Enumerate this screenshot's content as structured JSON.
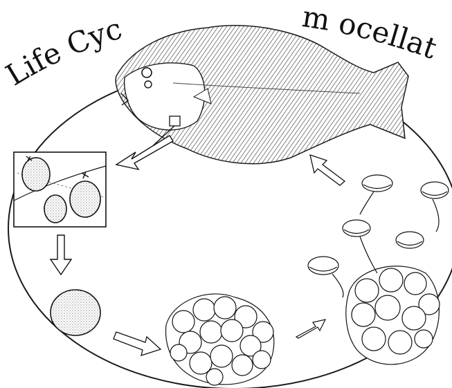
{
  "diagram": {
    "title_part1": "Life Cyc",
    "title_part2": "m ocellat",
    "stages": [
      "host-fish",
      "trophonts-on-gill",
      "tomont",
      "dividing-tomont",
      "tomites-released-dinospores"
    ]
  },
  "colors": {
    "ink": "#1a1a1a",
    "paper": "#ffffff",
    "stipple": "#8a8a8a"
  }
}
